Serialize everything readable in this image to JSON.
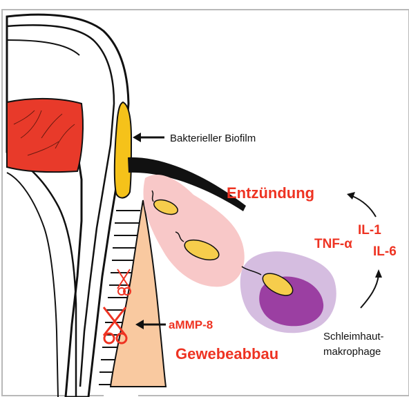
{
  "labels": {
    "biofilm": "Bakterieller Biofilm",
    "inflammation": "Entzündung",
    "il1": "IL-1",
    "tnf": "TNF-α",
    "il6": "IL-6",
    "ammp8": "aMMP-8",
    "degradation": "Gewebeabbau",
    "macrophage_line1": "Schleimhaut-",
    "macrophage_line2": "makrophage"
  },
  "colors": {
    "label_red": "#ee3322",
    "pulp_red": "#e83a2a",
    "biofilm_yellow": "#f5c21a",
    "gingiva_skin": "#f9c9a0",
    "inflammation_pink": "#f8c8c8",
    "macrophage_lilac": "#d5bde0",
    "macrophage_nucleus": "#9b3fa2",
    "bacteria_yellow": "#f6cd4c"
  }
}
